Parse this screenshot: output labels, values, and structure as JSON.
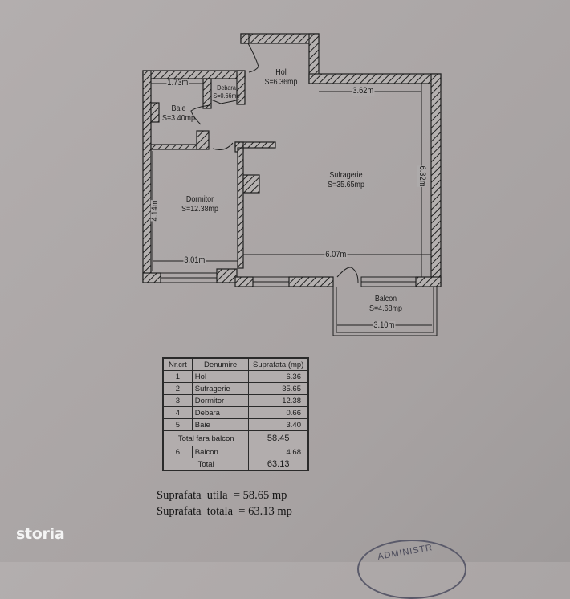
{
  "floor_plan": {
    "rooms": [
      {
        "id": "hol",
        "name": "Hol",
        "area_label": "S=6.36mp"
      },
      {
        "id": "debara",
        "name": "Debara",
        "area_label": "S=0.66mp"
      },
      {
        "id": "baie",
        "name": "Baie",
        "area_label": "S=3.40mp"
      },
      {
        "id": "sufragerie",
        "name": "Sufragerie",
        "area_label": "S=35.65mp"
      },
      {
        "id": "dormitor",
        "name": "Dormitor",
        "area_label": "S=12.38mp"
      },
      {
        "id": "balcon",
        "name": "Balcon",
        "area_label": "S=4.68mp"
      }
    ],
    "dimensions": {
      "baie_width": "1.73m",
      "sufragerie_top": "3.62m",
      "sufragerie_height": "6.32m",
      "sufragerie_width": "6.07m",
      "dormitor_height": "4.14m",
      "dormitor_width": "3.01m",
      "balcon_width": "3.10m"
    },
    "colors": {
      "paper": "#aeaaaa",
      "ink": "#1c1c1c"
    }
  },
  "area_table": {
    "headers": [
      "Nr.crt",
      "Denumire",
      "Suprafata (mp)"
    ],
    "rows": [
      {
        "nr": "1",
        "name": "Hol",
        "area": "6.36"
      },
      {
        "nr": "2",
        "name": "Sufragerie",
        "area": "35.65"
      },
      {
        "nr": "3",
        "name": "Dormitor",
        "area": "12.38"
      },
      {
        "nr": "4",
        "name": "Debara",
        "area": "0.66"
      },
      {
        "nr": "5",
        "name": "Baie",
        "area": "3.40"
      }
    ],
    "subtotal": {
      "label": "Total fara balcon",
      "area": "58.45"
    },
    "balcony_row": {
      "nr": "6",
      "name": "Balcon",
      "area": "4.68"
    },
    "total": {
      "label": "Total",
      "area": "63.13"
    }
  },
  "summary": {
    "useful_area": "Suprafata  utila  = 58.65 mp",
    "total_area": "Suprafata  totala  = 63.13 mp"
  },
  "watermark": {
    "brand": "storia"
  },
  "stamp": {
    "text": "ADMINISTR"
  }
}
